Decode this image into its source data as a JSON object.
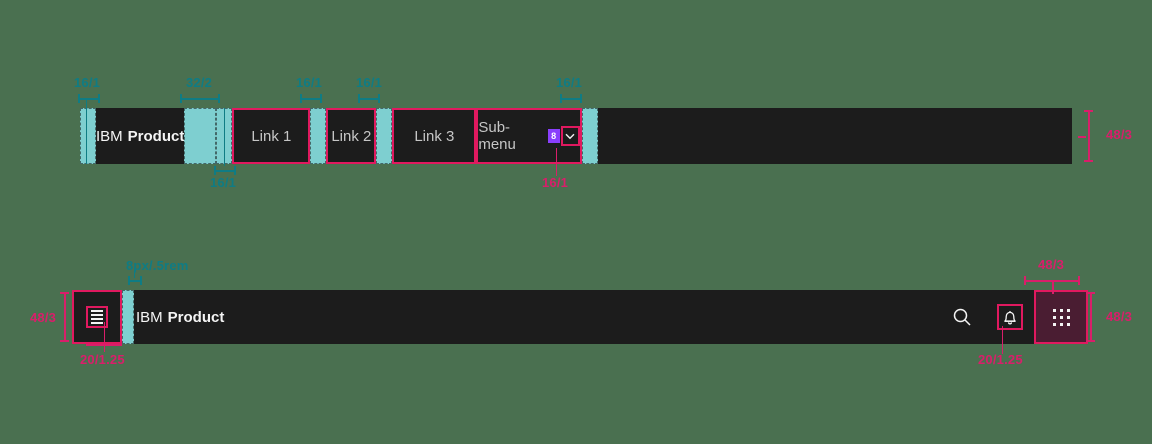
{
  "canvas": {
    "background_color": "#4a7050",
    "annotation_teal": "#0f7c84",
    "annotation_pink": "#d91e6a",
    "spacer_fill": "#7ecfd0",
    "bar_background": "#1c1c1c",
    "badge_color": "#8a3ffc",
    "grid_tile_color": "#4a1d32"
  },
  "top_bar": {
    "brand_prefix": "IBM",
    "brand_name": "Product",
    "links": [
      {
        "label": "Link 1"
      },
      {
        "label": "Link 2"
      },
      {
        "label": "Link 3"
      }
    ],
    "submenu": {
      "label": "Sub-menu",
      "badge": "8",
      "chevron_icon": "chevron-down-icon"
    }
  },
  "bottom_bar": {
    "menu_icon": "hamburger-menu-icon",
    "brand_prefix": "IBM",
    "brand_name": "Product",
    "actions": [
      {
        "icon": "search-icon",
        "label": "Search"
      },
      {
        "icon": "notification-bell-icon",
        "label": "Notifications"
      },
      {
        "icon": "app-switcher-grid-icon",
        "label": "App switcher"
      }
    ]
  },
  "annotations": {
    "top": [
      {
        "id": "a1",
        "text": "16/1",
        "color": "teal"
      },
      {
        "id": "a2",
        "text": "32/2",
        "color": "teal"
      },
      {
        "id": "a3",
        "text": "16/1",
        "color": "teal"
      },
      {
        "id": "a4",
        "text": "16/1",
        "color": "teal"
      },
      {
        "id": "a5",
        "text": "16/1",
        "color": "teal"
      },
      {
        "id": "a6",
        "text": "16/1",
        "color": "teal"
      },
      {
        "id": "a7",
        "text": "16/1",
        "color": "pink"
      },
      {
        "id": "a8",
        "text": "48/3",
        "color": "pink"
      }
    ],
    "bottom": [
      {
        "id": "b1",
        "text": "8px/.5rem",
        "color": "teal"
      },
      {
        "id": "b2",
        "text": "48/3",
        "color": "pink"
      },
      {
        "id": "b3",
        "text": "20/1.25",
        "color": "pink"
      },
      {
        "id": "b4",
        "text": "48/3",
        "color": "pink"
      },
      {
        "id": "b5",
        "text": "48/3",
        "color": "pink"
      },
      {
        "id": "b6",
        "text": "20/1.25",
        "color": "pink"
      }
    ]
  }
}
